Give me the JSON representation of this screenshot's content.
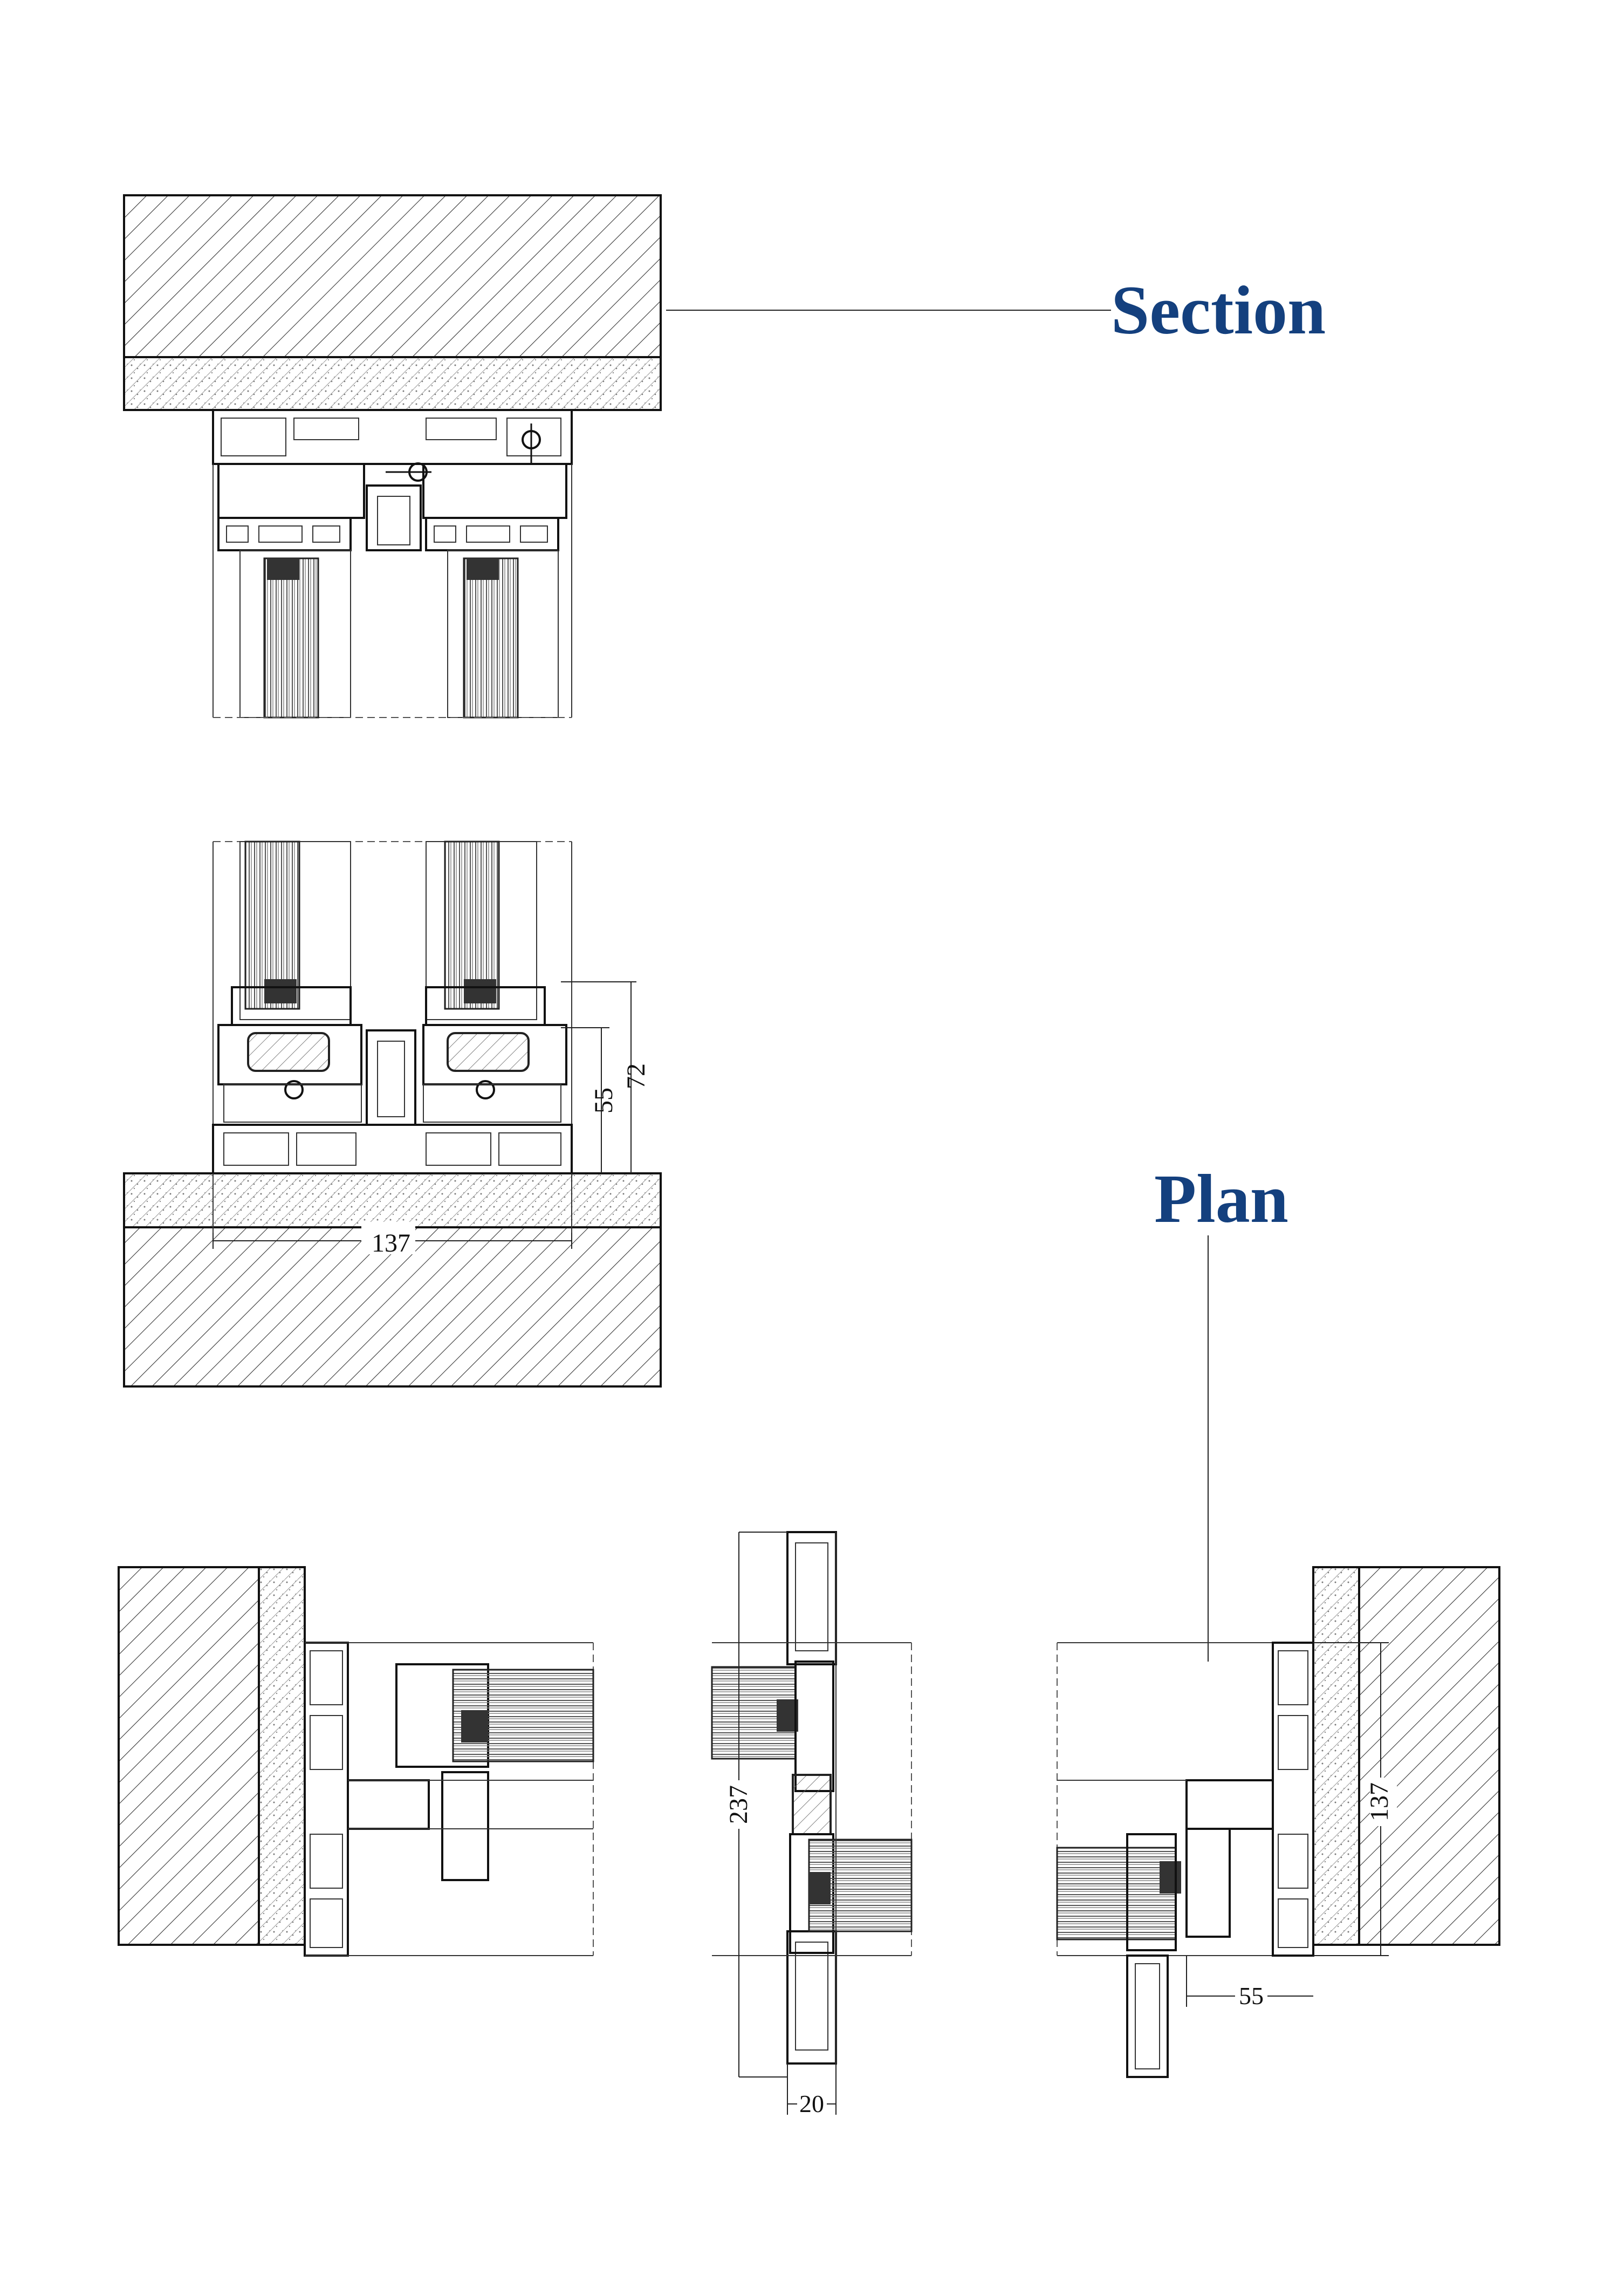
{
  "labels": {
    "section_title": "Section",
    "plan_title": "Plan"
  },
  "dimensions": {
    "sill_depth": "137",
    "sill_height_inner": "55",
    "sill_height_outer": "72",
    "plan_width": "237",
    "plan_sash_width": "20",
    "plan_jamb_depth": "137",
    "plan_jamb_offset": "55"
  },
  "colors": {
    "title": "#14407e",
    "line": "#111111",
    "glass": "#666666"
  }
}
